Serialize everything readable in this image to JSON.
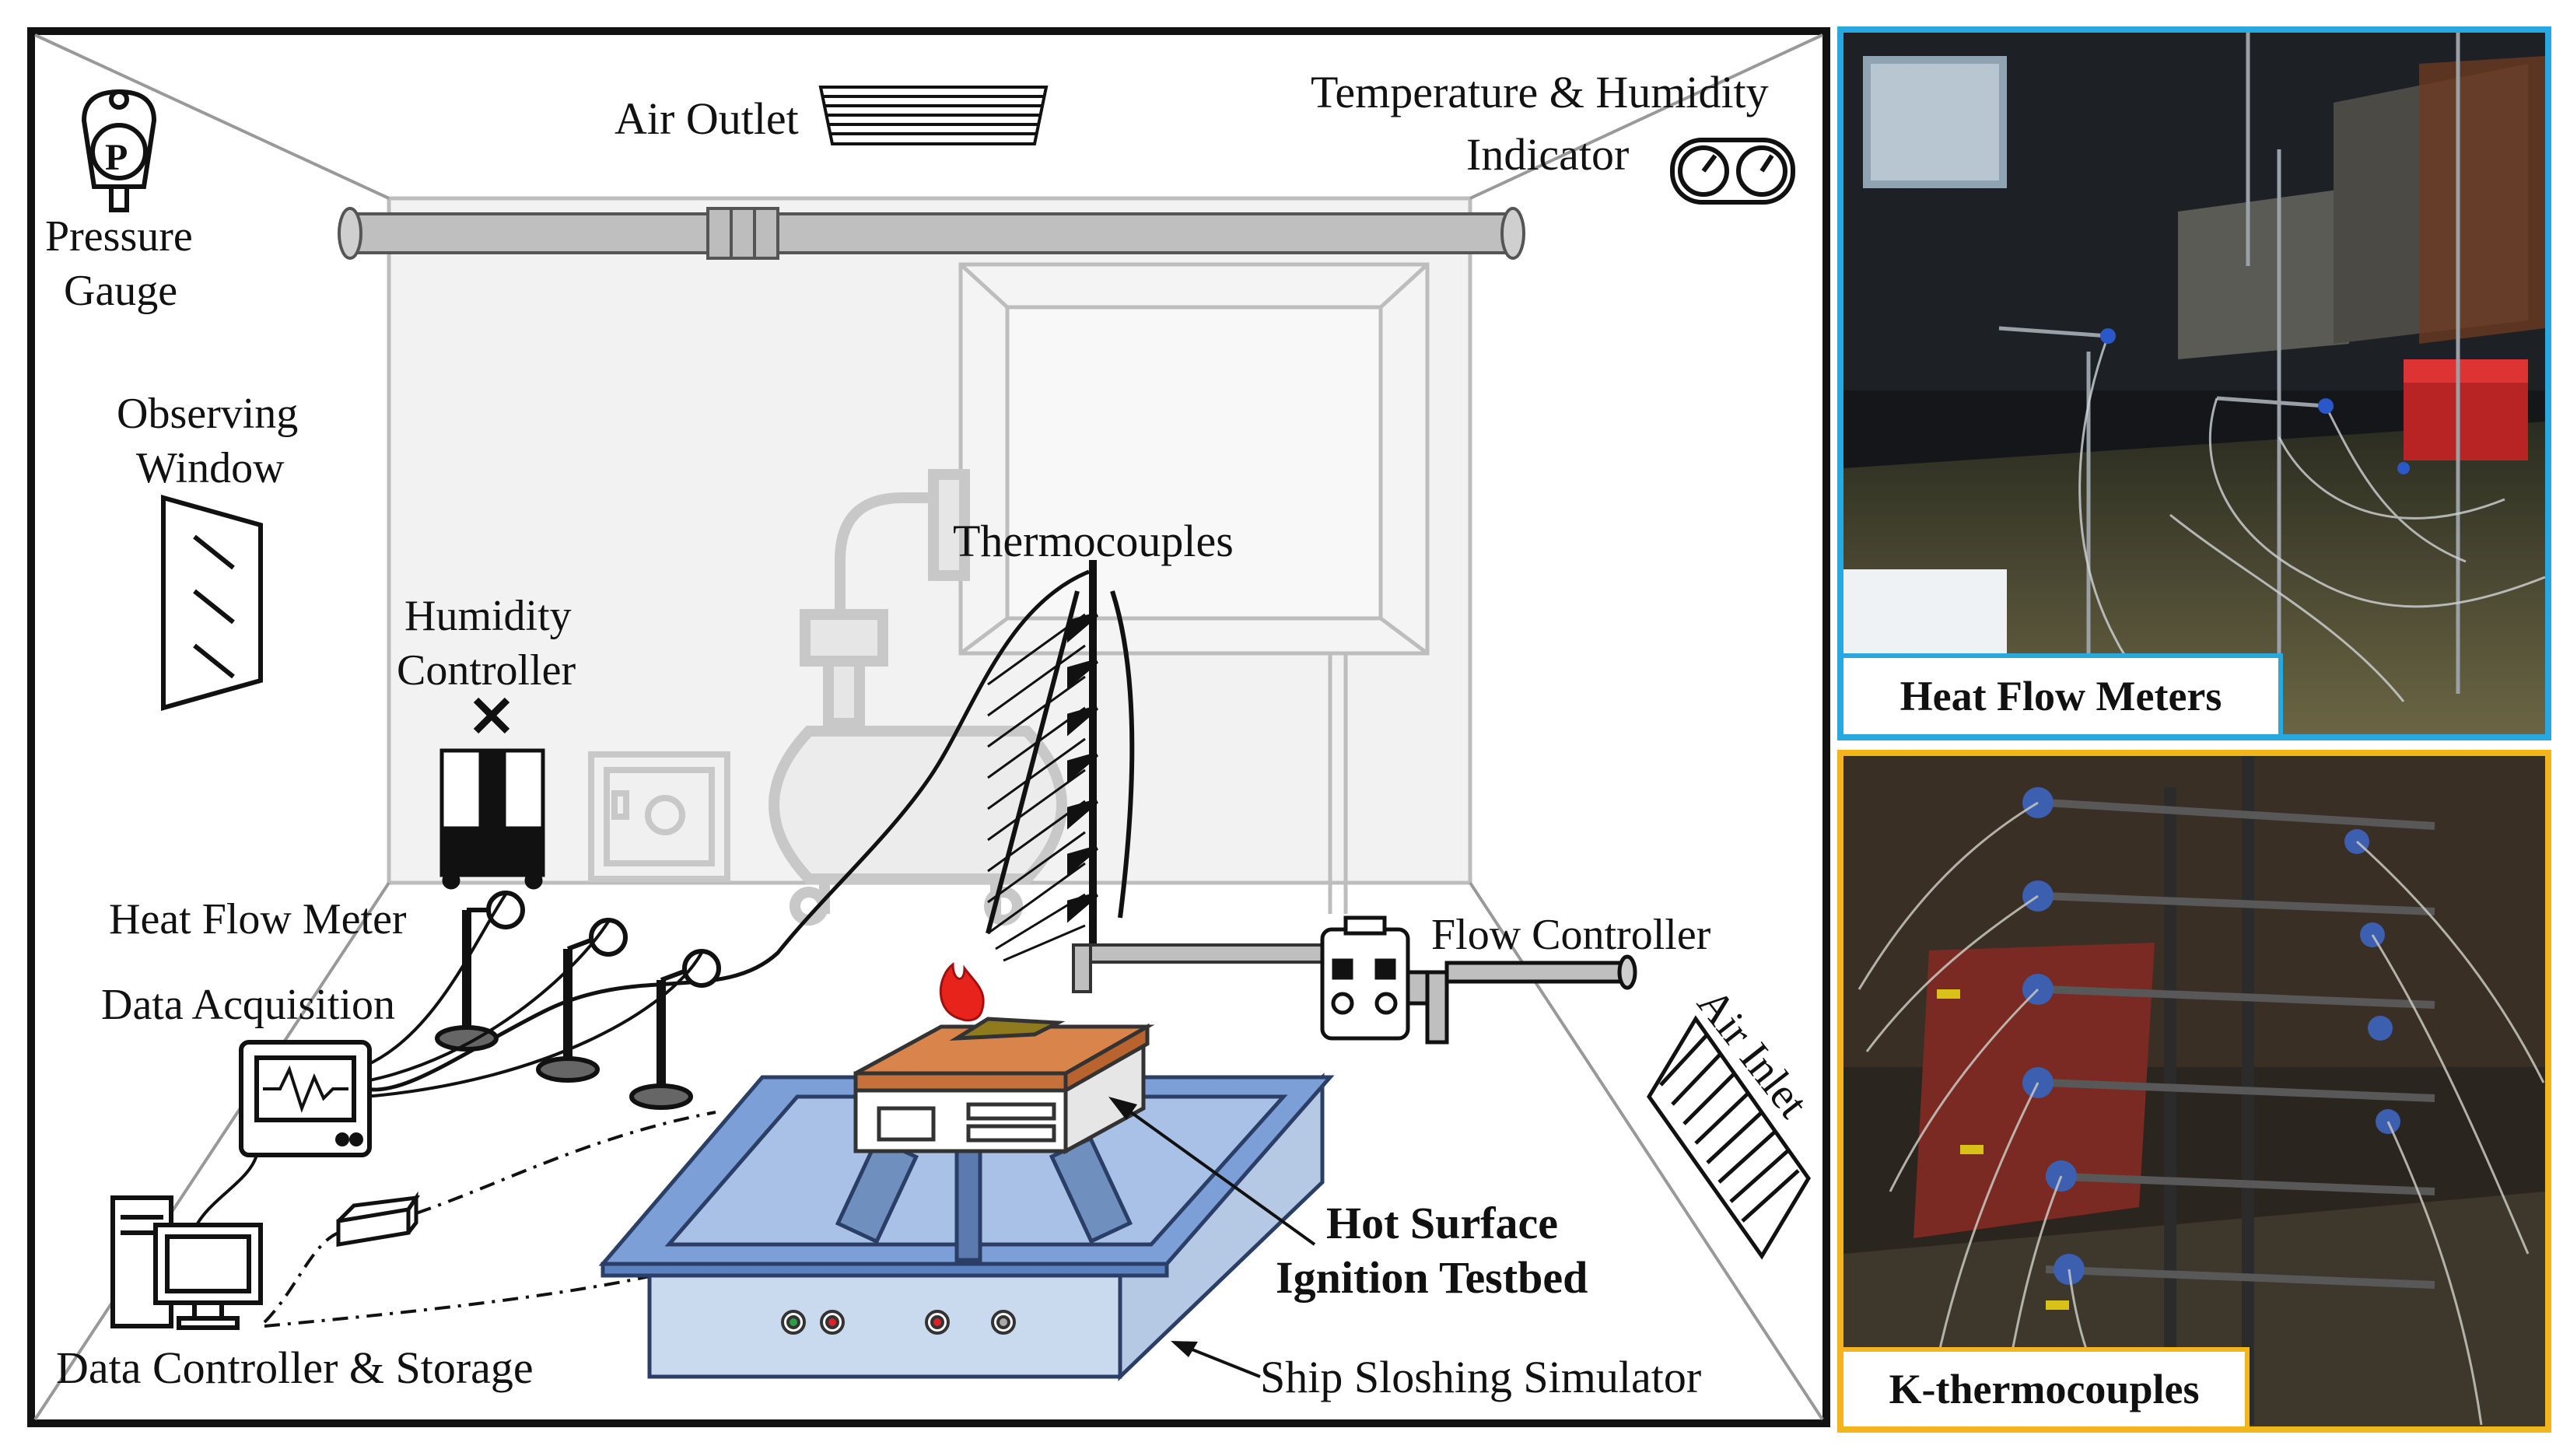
{
  "labels": {
    "pressure_gauge_line1": "Pressure",
    "pressure_gauge_line2": "Gauge",
    "air_outlet": "Air Outlet",
    "temp_humidity_line1": "Temperature & Humidity",
    "temp_humidity_line2": "Indicator",
    "observing_window_line1": "Observing",
    "observing_window_line2": "Window",
    "thermocouples": "Thermocouples",
    "humidity_controller_line1": "Humidity",
    "humidity_controller_line2": "Controller",
    "heat_flow_meter": "Heat Flow Meter",
    "data_acquisition": "Data Acquisition",
    "flow_controller": "Flow Controller",
    "air_inlet": "Air Inlet",
    "hot_surface_line1": "Hot Surface",
    "hot_surface_line2": "Ignition  Testbed",
    "data_controller": "Data Controller & Storage",
    "ship_sloshing": "Ship Sloshing Simulator"
  },
  "photos": {
    "top_label": "Heat Flow Meters",
    "bottom_label": "K-thermocouples",
    "top_border_color": "#29a8e0",
    "bottom_border_color": "#f2b51c"
  },
  "colors": {
    "room_outline": "#111111",
    "back_wall": "#f2f2f2",
    "back_wall_lines": "#bdbdbd",
    "pipe": "#bfbfbf",
    "tank_top": "#7b9fd6",
    "tank_side": "#c9d9ee",
    "hot_plate": "#d9844a",
    "flame": "#e8231b"
  }
}
